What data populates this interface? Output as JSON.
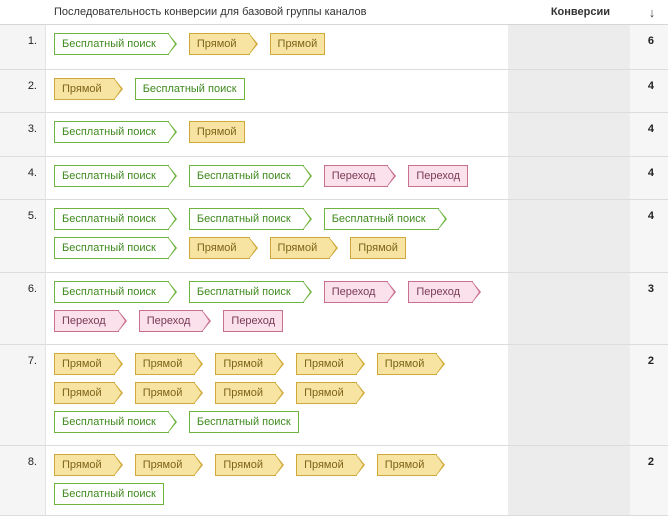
{
  "header": {
    "path_label": "Последовательность конверсии для базовой группы каналов",
    "conversions_label": "Конверсии",
    "sort_icon": "↓"
  },
  "rows": [
    {
      "index": "1.",
      "conversions": "6",
      "height": 45,
      "channels": [
        [
          "organic",
          "Бесплатный поиск"
        ],
        [
          "direct",
          "Прямой"
        ],
        [
          "direct",
          "Прямой"
        ]
      ]
    },
    {
      "index": "2.",
      "conversions": "4",
      "height": 43,
      "channels": [
        [
          "direct",
          "Прямой"
        ],
        [
          "organic",
          "Бесплатный поиск"
        ]
      ]
    },
    {
      "index": "3.",
      "conversions": "4",
      "height": 44,
      "channels": [
        [
          "organic",
          "Бесплатный поиск"
        ],
        [
          "direct",
          "Прямой"
        ]
      ]
    },
    {
      "index": "4.",
      "conversions": "4",
      "height": 43,
      "channels": [
        [
          "organic",
          "Бесплатный поиск"
        ],
        [
          "organic",
          "Бесплатный поиск"
        ],
        [
          "referral",
          "Переход"
        ],
        [
          "referral",
          "Переход"
        ]
      ]
    },
    {
      "index": "5.",
      "conversions": "4",
      "height": 73,
      "channels": [
        [
          "organic",
          "Бесплатный поиск"
        ],
        [
          "organic",
          "Бесплатный поиск"
        ],
        [
          "organic",
          "Бесплатный поиск"
        ],
        [
          "organic",
          "Бесплатный поиск"
        ],
        [
          "direct",
          "Прямой"
        ],
        [
          "direct",
          "Прямой"
        ],
        [
          "direct",
          "Прямой"
        ]
      ]
    },
    {
      "index": "6.",
      "conversions": "3",
      "height": 72,
      "channels": [
        [
          "organic",
          "Бесплатный поиск"
        ],
        [
          "organic",
          "Бесплатный поиск"
        ],
        [
          "referral",
          "Переход"
        ],
        [
          "referral",
          "Переход"
        ],
        [
          "referral",
          "Переход"
        ],
        [
          "referral",
          "Переход"
        ],
        [
          "referral",
          "Переход"
        ]
      ]
    },
    {
      "index": "7.",
      "conversions": "2",
      "height": 101,
      "channels": [
        [
          "direct",
          "Прямой"
        ],
        [
          "direct",
          "Прямой"
        ],
        [
          "direct",
          "Прямой"
        ],
        [
          "direct",
          "Прямой"
        ],
        [
          "direct",
          "Прямой"
        ],
        [
          "direct",
          "Прямой"
        ],
        [
          "direct",
          "Прямой"
        ],
        [
          "direct",
          "Прямой"
        ],
        [
          "direct",
          "Прямой"
        ],
        [
          "organic",
          "Бесплатный поиск"
        ],
        [
          "organic",
          "Бесплатный поиск"
        ]
      ]
    },
    {
      "index": "8.",
      "conversions": "2",
      "height": 70,
      "channels": [
        [
          "direct",
          "Прямой"
        ],
        [
          "direct",
          "Прямой"
        ],
        [
          "direct",
          "Прямой"
        ],
        [
          "direct",
          "Прямой"
        ],
        [
          "direct",
          "Прямой"
        ],
        [
          "organic",
          "Бесплатный поиск"
        ]
      ]
    }
  ]
}
